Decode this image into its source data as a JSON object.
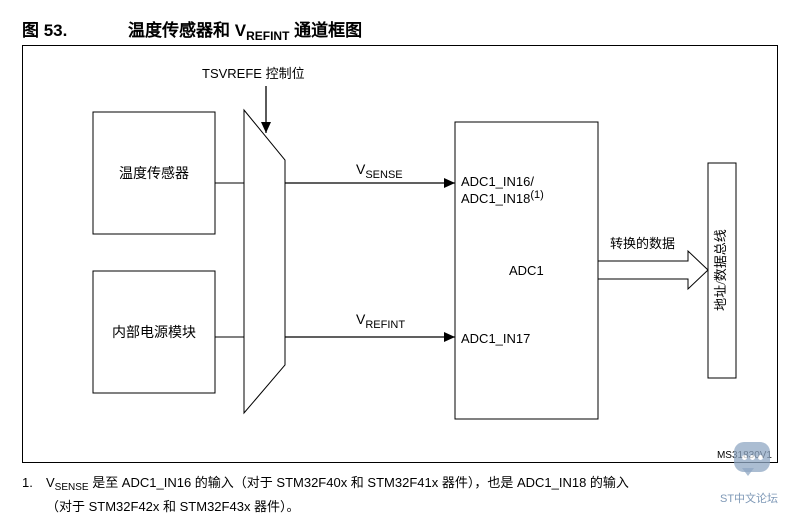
{
  "figure": {
    "number": "图 53.",
    "title_pre": "温度传感器和 V",
    "title_sub": "REFINT",
    "title_post": " 通道框图"
  },
  "diagram": {
    "control_label": "TSVREFE 控制位",
    "temp_sensor": "温度传感器",
    "internal_supply": "内部电源模块",
    "vsense_v": "V",
    "vsense_sub": "SENSE",
    "vrefint_v": "V",
    "vrefint_sub": "REFINT",
    "adc_in16": "ADC1_IN16/",
    "adc_in18": "ADC1_IN18",
    "adc_in18_note": "(1)",
    "adc_in17": "ADC1_IN17",
    "adc_name": "ADC1",
    "converted_data": "转换的数据",
    "bus_label": "地址/数据总线",
    "ref_code": "MS31830V1"
  },
  "footnote": {
    "index": "1.",
    "v": "V",
    "sub": "SENSE",
    "line1": " 是至 ADC1_IN16 的输入（对于 STM32F40x 和 STM32F41x 器件），也是 ADC1_IN18 的输入",
    "line2": "（对于 STM32F42x 和 STM32F43x 器件）。"
  },
  "watermark": {
    "text": "ST中文论坛",
    "icon": "chat-bubble-icon"
  }
}
